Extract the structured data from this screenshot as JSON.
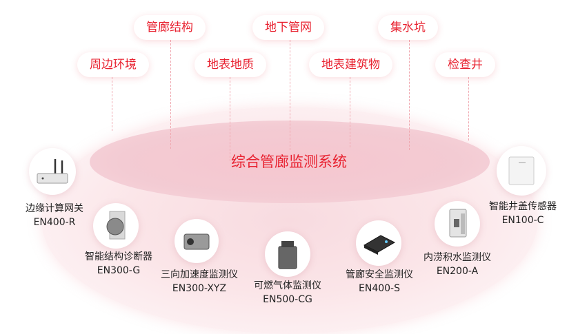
{
  "center_title": "综合管廊监测系统",
  "tags": [
    "管廊结构",
    "地下管网",
    "集水坑",
    "周边环境",
    "地表地质",
    "地表建筑物",
    "检查井"
  ],
  "devices": [
    {
      "name": "边缘计算网关",
      "model": "EN400-R"
    },
    {
      "name": "智能结构诊断器",
      "model": "EN300-G"
    },
    {
      "name": "三向加速度监测仪",
      "model": "EN300-XYZ"
    },
    {
      "name": "可燃气体监测仪",
      "model": "EN500-CG"
    },
    {
      "name": "管廊安全监测仪",
      "model": "EN400-S"
    },
    {
      "name": "内涝积水监测仪",
      "model": "EN200-A"
    },
    {
      "name": "智能井盖传感器",
      "model": "EN100-C"
    }
  ],
  "colors": {
    "accent": "#e8212f",
    "ring": "#f8dbe0"
  }
}
